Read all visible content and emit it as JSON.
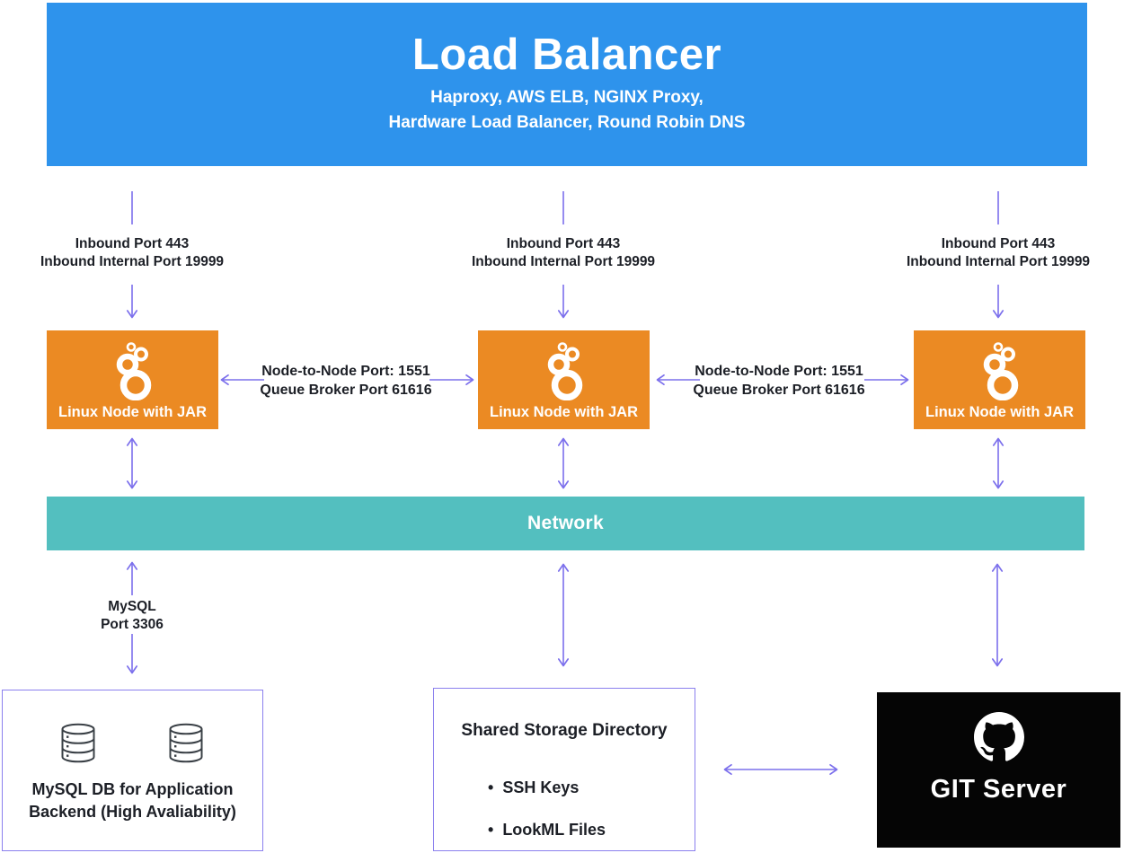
{
  "colors": {
    "load_balancer_blue": "#2E93EC",
    "node_orange": "#EB8A23",
    "network_teal": "#53BFBF",
    "arrow_purple": "#7C70EC",
    "box_border_purple": "#8B80EE",
    "git_black": "#050505",
    "text_dark": "#1C1F26"
  },
  "load_balancer": {
    "title": "Load Balancer",
    "subtitle_line1": "Haproxy, AWS ELB, NGINX Proxy,",
    "subtitle_line2": "Hardware Load Balancer, Round Robin DNS"
  },
  "inbound_label": {
    "line1": "Inbound Port 443",
    "line2": "Inbound Internal Port 19999"
  },
  "node": {
    "label": "Linux Node with JAR",
    "icon": "looker-icon"
  },
  "node_link_label": {
    "line1": "Node-to-Node Port: 1551",
    "line2": "Queue Broker Port 61616"
  },
  "network": {
    "label": "Network"
  },
  "mysql_link_label": {
    "line1": "MySQL",
    "line2": "Port 3306"
  },
  "mysql_box": {
    "line1": "MySQL DB for Application",
    "line2": "Backend (High Avaliability)",
    "icon": "database-icon"
  },
  "storage_box": {
    "title": "Shared Storage Directory",
    "items": [
      {
        "label": "SSH Keys"
      },
      {
        "label": "LookML Files"
      }
    ]
  },
  "git_box": {
    "title": "GIT Server",
    "icon": "github-icon"
  }
}
